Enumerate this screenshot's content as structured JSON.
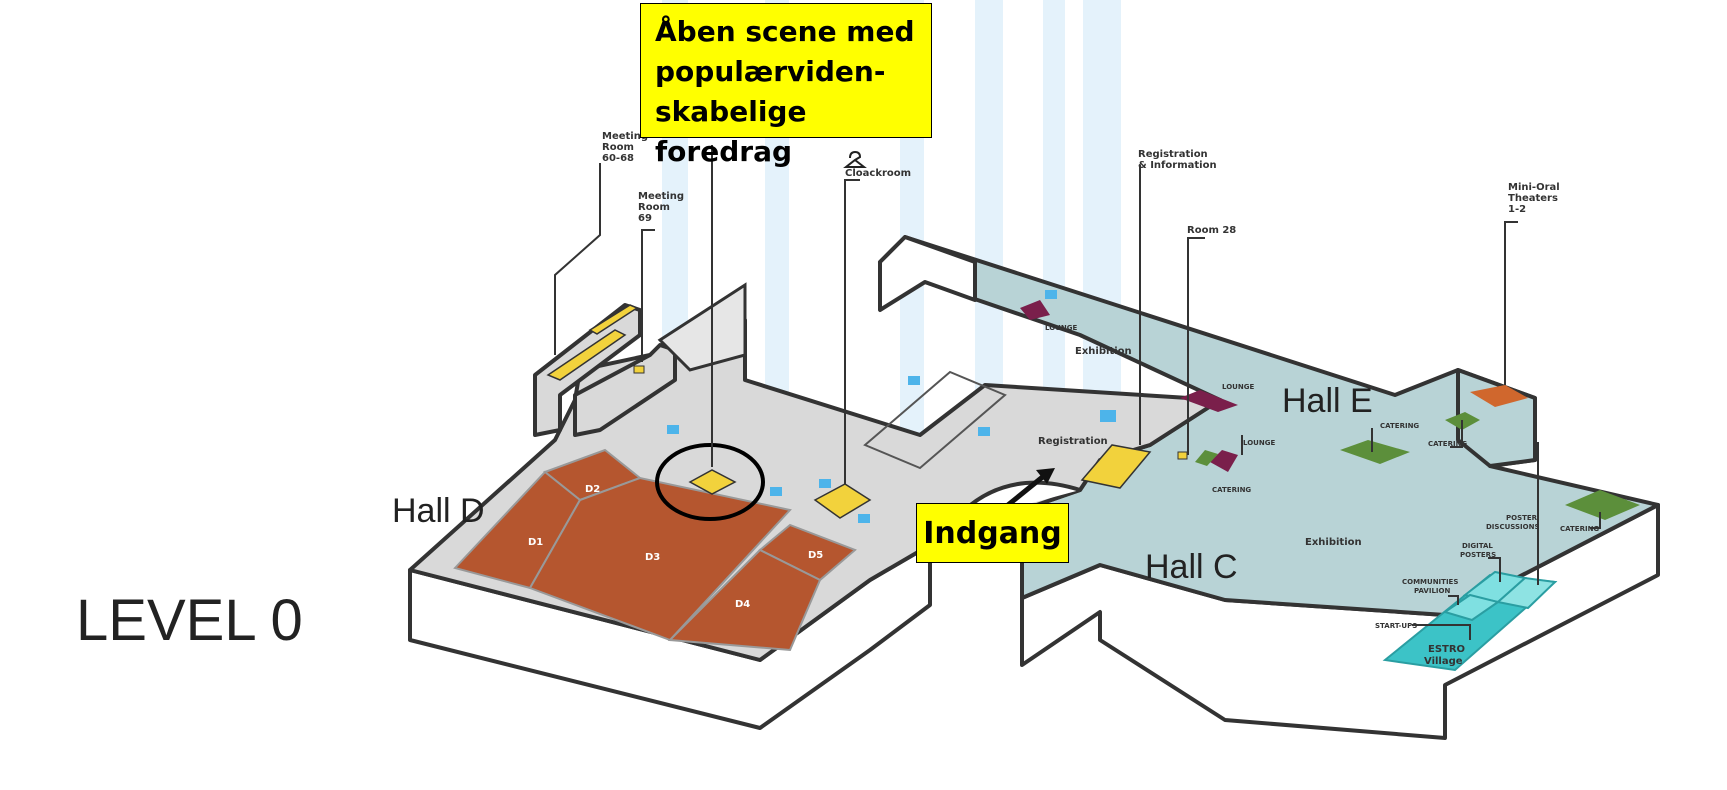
{
  "level_title": "LEVEL 0",
  "halls": {
    "d": "Hall D",
    "e": "Hall E",
    "c": "Hall C"
  },
  "callouts": {
    "stage_lines": [
      "Åben scene med",
      "populærviden-",
      "skabelige foredrag"
    ],
    "entrance": "Indgang"
  },
  "labels": {
    "meeting_60_68": [
      "Meeting",
      "Room",
      "60-68"
    ],
    "meeting_69": [
      "Meeting",
      "Room",
      "69"
    ],
    "cloakroom": "Cloackroom",
    "registration_information": [
      "Registration",
      "& Information"
    ],
    "room_28": "Room 28",
    "mini_oral": [
      "Mini-Oral",
      "Theaters",
      "1-2"
    ],
    "lounge_top": "LOUNGE",
    "exhibition_top": "Exhibition",
    "lounge_mid": "LOUNGE",
    "lounge_low": "LOUNGE",
    "registration": "Registration",
    "catering_mid": "CATERING",
    "catering_e1": "CATERING",
    "catering_e2": "CATERING",
    "catering_right": "CATERING",
    "exhibition_c": "Exhibition",
    "poster_discussions": [
      "POSTER",
      "DISCUSSIONS"
    ],
    "digital_posters": [
      "DIGITAL",
      "POSTERS"
    ],
    "communities_pavilion": [
      "COMMUNITIES",
      "PAVILION"
    ],
    "start_ups": "START-UPS",
    "estro_village": [
      "ESTRO",
      "Village"
    ]
  },
  "rooms": {
    "d1": "D1",
    "d2": "D2",
    "d3": "D3",
    "d4": "D4",
    "d5": "D5"
  },
  "colors": {
    "floor_grey": "#d9d9d9",
    "floor_teal": "#b7d3d6",
    "room_rust": "#b5562f",
    "yellow": "#f2d23c",
    "green": "#5c8f3b",
    "purple": "#7a1f4b",
    "cyan": "#3cc3c7",
    "callout": "#ffff00",
    "beam": "#e3f1fa"
  },
  "icons": [
    "stairs-icon",
    "hanger-icon",
    "arrow-icon"
  ]
}
